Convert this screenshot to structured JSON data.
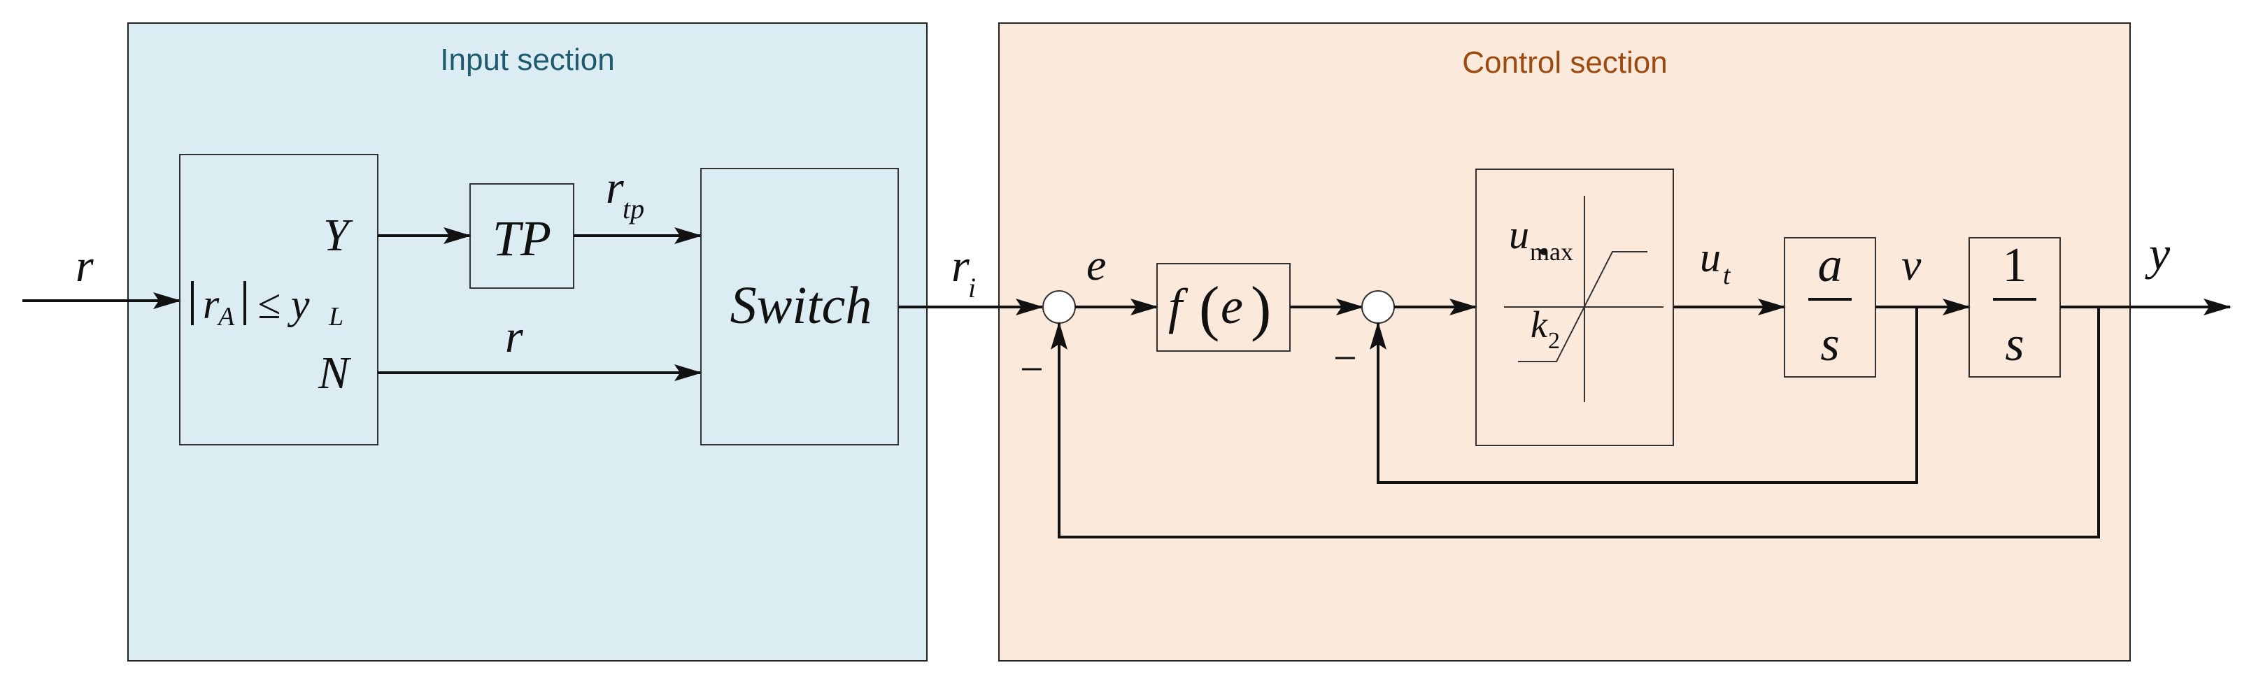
{
  "sections": {
    "input": {
      "title": "Input section",
      "fill": "#dbedf3",
      "title_color": "#1f5a6e"
    },
    "control": {
      "title": "Control section",
      "fill": "#fbe9dc",
      "title_color": "#9c4a10"
    }
  },
  "input_block": {
    "condition_r": "r",
    "condition_sub": "A",
    "condition_leq": "≤ y",
    "condition_y_sub": "L",
    "yes_label": "Y",
    "no_label": "N"
  },
  "tp_block": {
    "label": "TP"
  },
  "switch_block": {
    "label": "Switch"
  },
  "fe_block": {
    "f": "f",
    "arg": "e"
  },
  "saturation": {
    "umax": "u",
    "umax_sub": "max",
    "k": "k",
    "k_sub": "2"
  },
  "integrator_a": {
    "num": "a",
    "den": "s"
  },
  "integrator_1": {
    "num": "1",
    "den": "s"
  },
  "signals": {
    "r_in": "r",
    "r_tp": "r",
    "r_tp_sub": "tp",
    "r_mid": "r",
    "r_i": "r",
    "r_i_sub": "i",
    "e": "e",
    "u_t": "u",
    "u_t_sub": "t",
    "v": "v",
    "y": "y",
    "minus1": "−",
    "minus2": "−"
  }
}
